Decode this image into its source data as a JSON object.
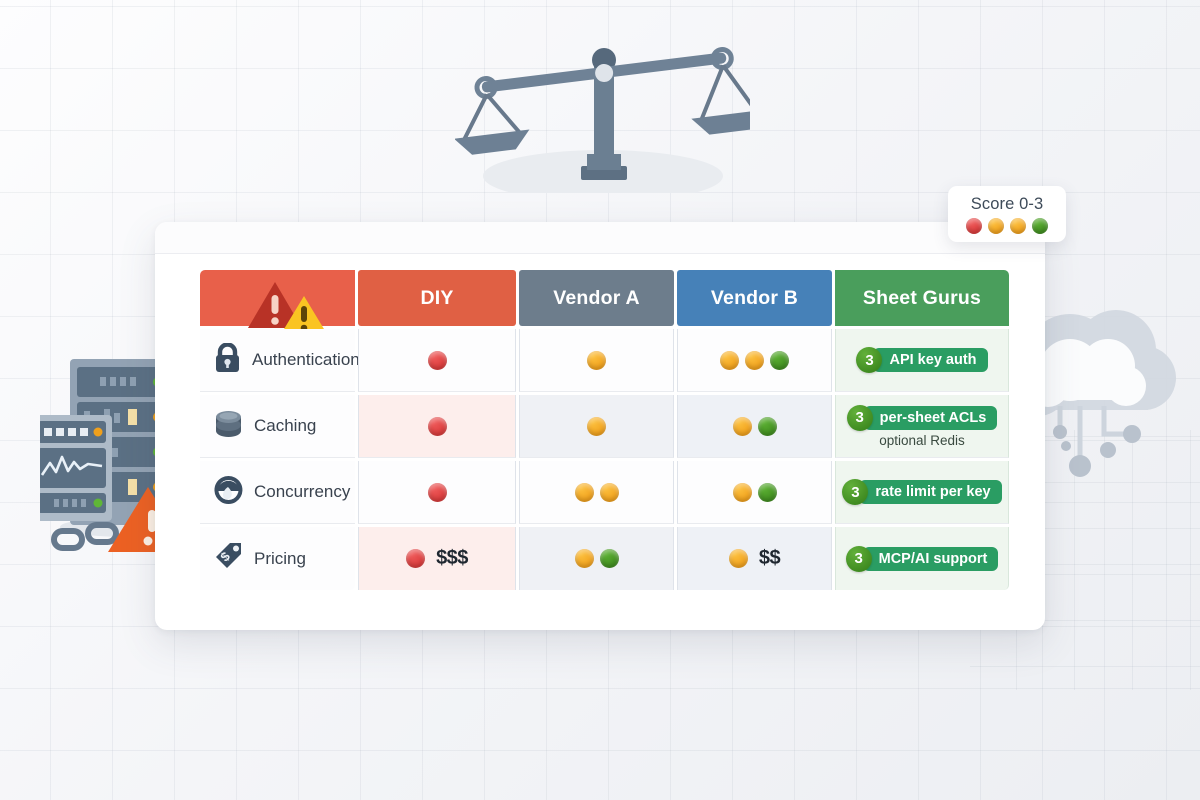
{
  "legend": {
    "title": "Score 0-3",
    "dots": [
      "red",
      "orange",
      "orange",
      "green"
    ]
  },
  "table": {
    "headers": {
      "label_col": "",
      "diy": "DIY",
      "vendor_a": "Vendor A",
      "vendor_b": "Vendor B",
      "sheet_gurus": "Sheet Gurus"
    },
    "header_icons": [
      "warning-triangle-dark",
      "warning-triangle-amber"
    ],
    "rows": [
      {
        "icon": "lock-icon",
        "label": "Authentication",
        "diy": {
          "dots": [
            "red"
          ],
          "money": ""
        },
        "vendor_a": {
          "dots": [
            "orange"
          ],
          "money": ""
        },
        "vendor_b": {
          "dots": [
            "orange",
            "orange",
            "green"
          ],
          "money": ""
        },
        "sheet_gurus": {
          "score": "3",
          "pill": "API key auth",
          "sub": ""
        }
      },
      {
        "icon": "database-icon",
        "label": "Caching",
        "diy": {
          "dots": [
            "red"
          ],
          "money": ""
        },
        "vendor_a": {
          "dots": [
            "orange"
          ],
          "money": ""
        },
        "vendor_b": {
          "dots": [
            "orange",
            "green"
          ],
          "money": ""
        },
        "sheet_gurus": {
          "score": "3",
          "pill": "per-sheet ACLs",
          "sub": "optional Redis"
        }
      },
      {
        "icon": "gauge-icon",
        "label": "Concurrency",
        "diy": {
          "dots": [
            "red"
          ],
          "money": ""
        },
        "vendor_a": {
          "dots": [
            "orange",
            "orange"
          ],
          "money": ""
        },
        "vendor_b": {
          "dots": [
            "orange",
            "green"
          ],
          "money": ""
        },
        "sheet_gurus": {
          "score": "3",
          "pill": "rate limit per key",
          "sub": ""
        }
      },
      {
        "icon": "price-tag-icon",
        "label": "Pricing",
        "diy": {
          "dots": [
            "red"
          ],
          "money": "$$$"
        },
        "vendor_a": {
          "dots": [
            "orange",
            "green"
          ],
          "money": ""
        },
        "vendor_b": {
          "dots": [
            "orange"
          ],
          "money": "$$"
        },
        "sheet_gurus": {
          "score": "3",
          "pill": "MCP/AI support",
          "sub": ""
        }
      }
    ]
  },
  "decorations": {
    "scale": "balance-scale-illustration",
    "servers": "server-rack-illustration",
    "monitor": "monitoring-chart-illustration",
    "chain": "broken-chain-icon",
    "alert": "orange-alert-triangle",
    "cloud": "cloud-network-illustration"
  },
  "colors": {
    "header_red": "#e8604a",
    "header_diy": "#e06044",
    "header_vendor_a": "#6d7d8c",
    "header_vendor_b": "#4681b8",
    "header_gurus": "#4a9e5c",
    "dot_red": "#d93b3b",
    "dot_orange": "#f0a01c",
    "dot_green": "#3f8c1f",
    "pill_green": "#2a9d63"
  }
}
